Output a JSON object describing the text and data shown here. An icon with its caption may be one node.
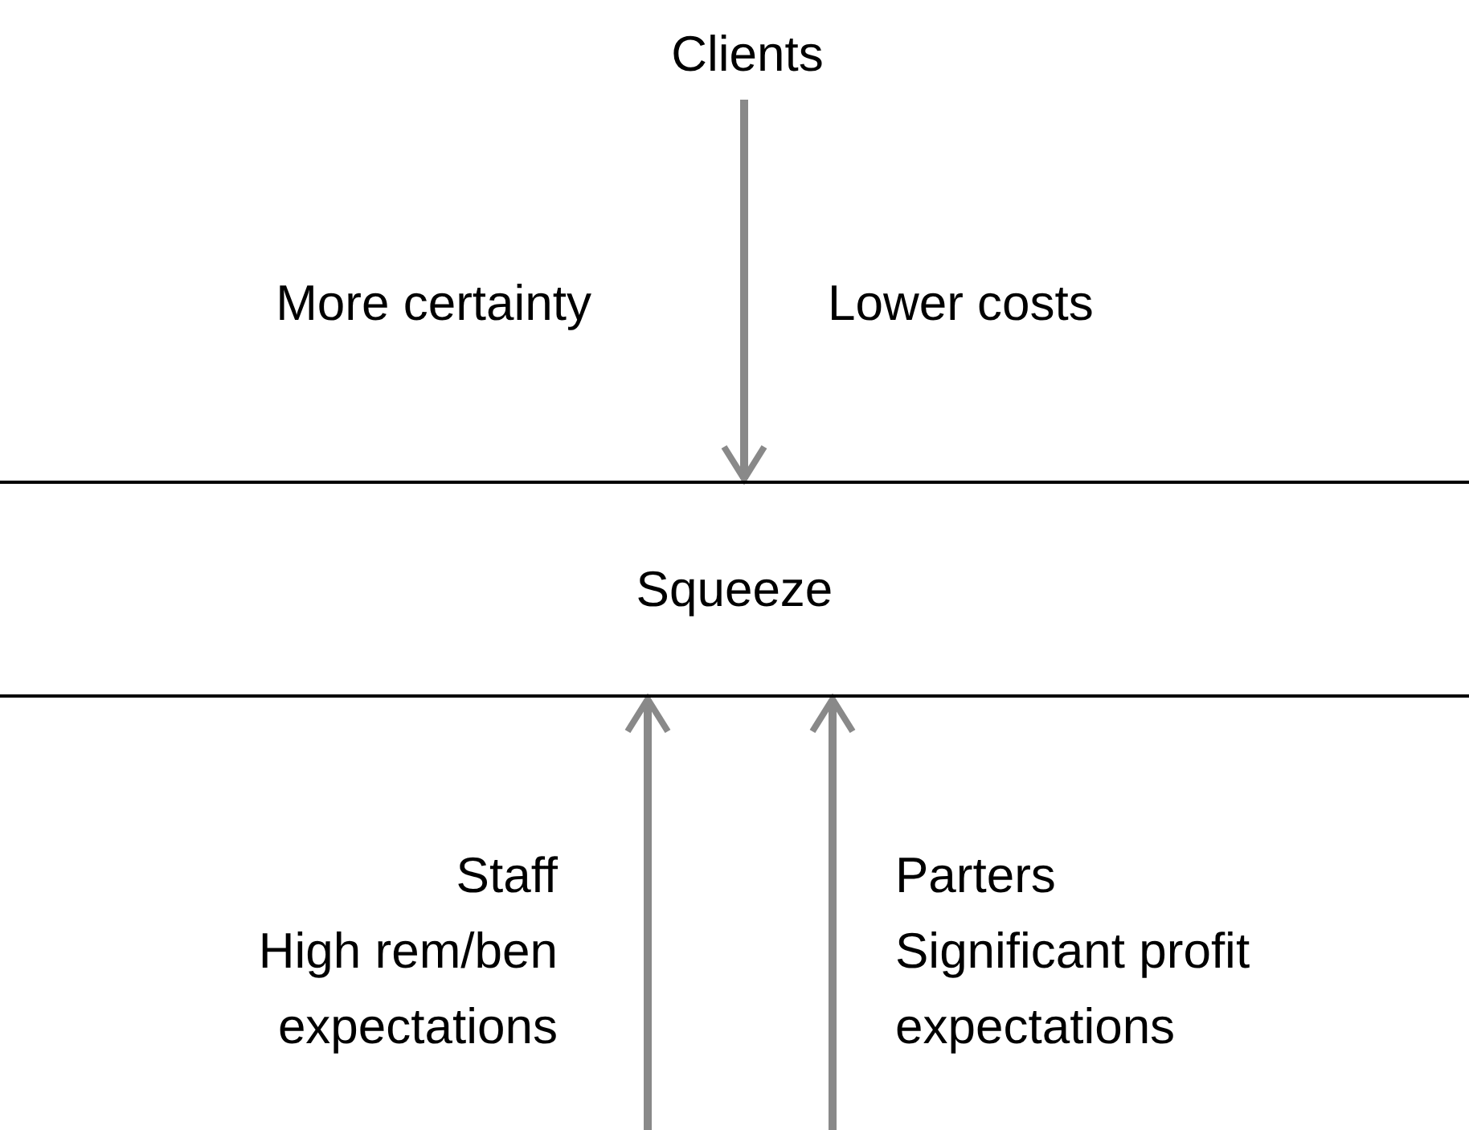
{
  "diagram": {
    "nodes": [
      {
        "text": [
          "Clients"
        ]
      },
      {
        "text": [
          "Squeeze"
        ]
      }
    ],
    "edges": [
      {
        "from": 0,
        "to": 1,
        "arrow": "to"
      },
      {
        "from": null,
        "to": 1,
        "arrow": "to"
      },
      {
        "from": null,
        "to": 1,
        "arrow": "to"
      }
    ],
    "labels": [
      "More certainty",
      "Lower costs",
      "Staff",
      "High rem/ben expectations",
      "Parters",
      "Significant profit expectations"
    ]
  }
}
